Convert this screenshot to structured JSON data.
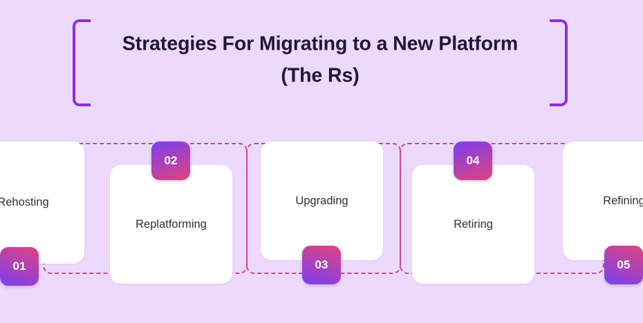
{
  "title": {
    "line1": "Strategies For Migrating to a New Platform",
    "line2": "(The Rs)"
  },
  "colors": {
    "background": "#ecd9fb",
    "bracket": "#8b2fe0",
    "connector_dash": "#c0499c",
    "card_bg": "#ffffff",
    "title_text": "#20163a",
    "badge_gradient_start": "#7b3ff2",
    "badge_gradient_end": "#e0437e"
  },
  "steps": [
    {
      "number": "01",
      "label": "Rehosting",
      "badge_position": "bottom"
    },
    {
      "number": "02",
      "label": "Replatforming",
      "badge_position": "top"
    },
    {
      "number": "03",
      "label": "Upgrading",
      "badge_position": "bottom"
    },
    {
      "number": "04",
      "label": "Retiring",
      "badge_position": "top"
    },
    {
      "number": "05",
      "label": "Refining",
      "badge_position": "bottom"
    }
  ]
}
